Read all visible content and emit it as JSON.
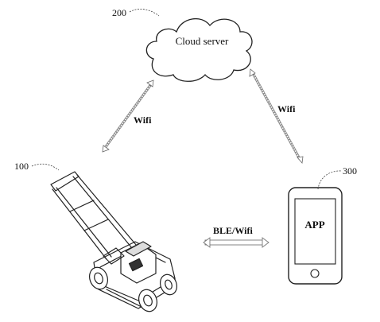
{
  "refs": {
    "cloud": "200",
    "mower": "100",
    "phone": "300"
  },
  "cloud_label": "Cloud server",
  "links": {
    "mower_cloud": "Wifi",
    "cloud_phone": "Wifi",
    "mower_phone": "BLE/Wifi"
  },
  "phone_label": "APP"
}
